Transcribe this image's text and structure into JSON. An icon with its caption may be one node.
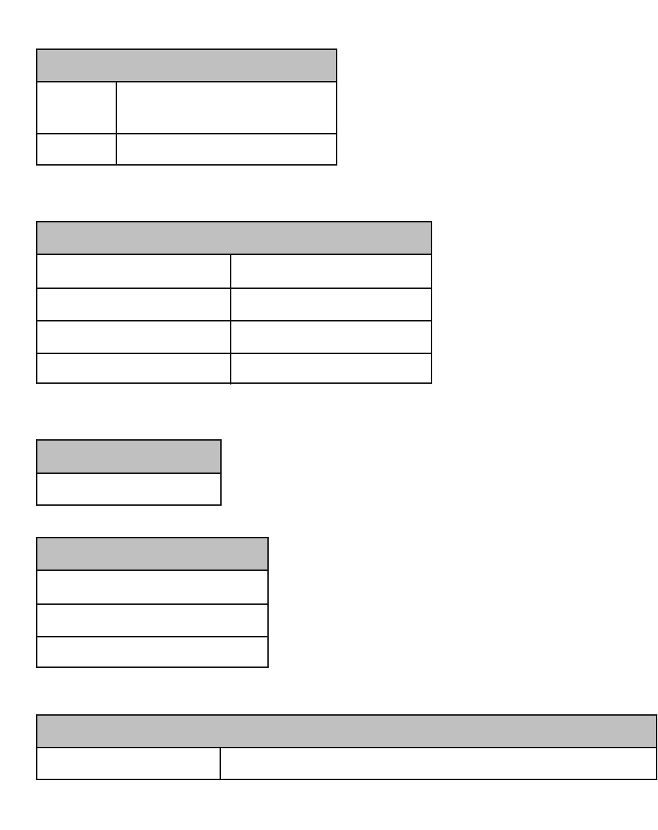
{
  "diagram": {
    "nodes": [
      {
        "text": [],
        "shape": "table"
      },
      {
        "text": [],
        "shape": "table"
      },
      {
        "text": [],
        "shape": "table"
      },
      {
        "text": [],
        "shape": "table"
      },
      {
        "text": [],
        "shape": "table"
      }
    ]
  }
}
